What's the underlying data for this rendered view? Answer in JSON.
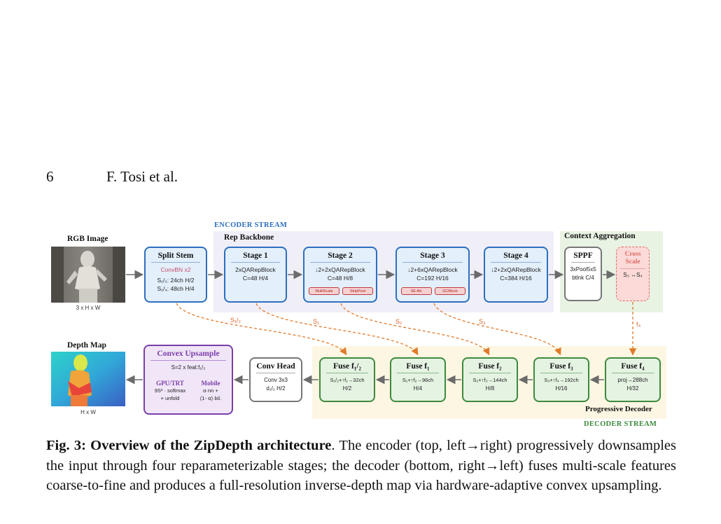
{
  "header": {
    "page_number": "6",
    "authors": "F. Tosi et al."
  },
  "figure": {
    "encoder_stream_label": "ENCODER STREAM",
    "decoder_stream_label": "DECODER STREAM",
    "rep_backbone_label": "Rep Backbone",
    "context_aggregation_label": "Context Aggregation",
    "progressive_decoder_label": "Progressive Decoder",
    "rgb_image": {
      "title": "RGB Image",
      "size": "3 x H x W"
    },
    "depth_map": {
      "title": "Depth Map",
      "size": "H x W"
    },
    "split_stem": {
      "title": "Split Stem",
      "op": "ConvBN x2",
      "line1": "S₁/₂: 24ch H/2",
      "line2": "S₁/₄: 48ch H/4"
    },
    "stage1": {
      "title": "Stage 1",
      "line1": "2xQARepBlock",
      "line2": "C=48  H/4"
    },
    "stage2": {
      "title": "Stage 2",
      "line1": "↓2+2xQARepBlock",
      "line2": "C=48  H/8",
      "tag1": "MultiScale",
      "tag2": "StripPool"
    },
    "stage3": {
      "title": "Stage 3",
      "line1": "↓2+6xQARepBlock",
      "line2": "C=192 H/16",
      "tag1": "SE Att.",
      "tag2": "GCBlock"
    },
    "stage4": {
      "title": "Stage 4",
      "line1": "↓2+2xQARepBlock",
      "line2": "C=384  H/16"
    },
    "sppf": {
      "title": "SPPF",
      "line1": "3xPool5x5",
      "line2": "btlnk C/4"
    },
    "cross_scale": {
      "title_line1": "Cross",
      "title_line2": "Scale",
      "text": "S₃ ↔S₄"
    },
    "fuse4": {
      "title": "Fuse f₄",
      "line1": "proj→288ch",
      "line2": "H/32"
    },
    "fuse3": {
      "title": "Fuse f₃",
      "line1": "S₃+↑f₄→192ch",
      "line2": "H/16"
    },
    "fuse2": {
      "title": "Fuse f₂",
      "line1": "S₂+↑f₃→144ch",
      "line2": "H/8"
    },
    "fuse1": {
      "title": "Fuse f₁",
      "line1": "S₁+↑f₂→96ch",
      "line2": "H/4"
    },
    "fuse_half": {
      "title": "Fuse f₁/₂",
      "line1": "S₁/₂+↑f₁→32ch",
      "line2": "H/2"
    },
    "conv_head": {
      "title": "Conv Head",
      "line1": "Conv 3x3",
      "line2": "d₁/₂  H/2"
    },
    "convex_upsample": {
      "title": "Convex Upsample",
      "line1": "S=2 x  feat:f₁/₂",
      "gpu_label": "GPU/TRT",
      "gpu_line1": "9S² ·  softmax",
      "gpu_line2": "+ unfold",
      "mobile_label": "Mobile",
      "mobile_line1": "α·nn +",
      "mobile_line2": "(1- α)·bil."
    },
    "skip_labels": {
      "s_half": "S₁/₂",
      "s1": "S₁",
      "s2": "S₂",
      "s3": "S₃",
      "f4": "f₄"
    }
  },
  "caption": {
    "label": "Fig. 3: Overview of the ZipDepth architecture",
    "text": ". The encoder (top, left→right) progressively downsamples the input through four reparameterizable stages; the decoder (bottom, right→left) fuses multi-scale features coarse-to-fine and produces a full-resolution inverse-depth map via hardware-adaptive convex upsampling."
  },
  "colors": {
    "encoder_blue": "#2d6fbf",
    "decoder_green": "#3e8a3c",
    "skip_orange": "#e07a2a",
    "upsample_purple": "#7a3ea8"
  }
}
